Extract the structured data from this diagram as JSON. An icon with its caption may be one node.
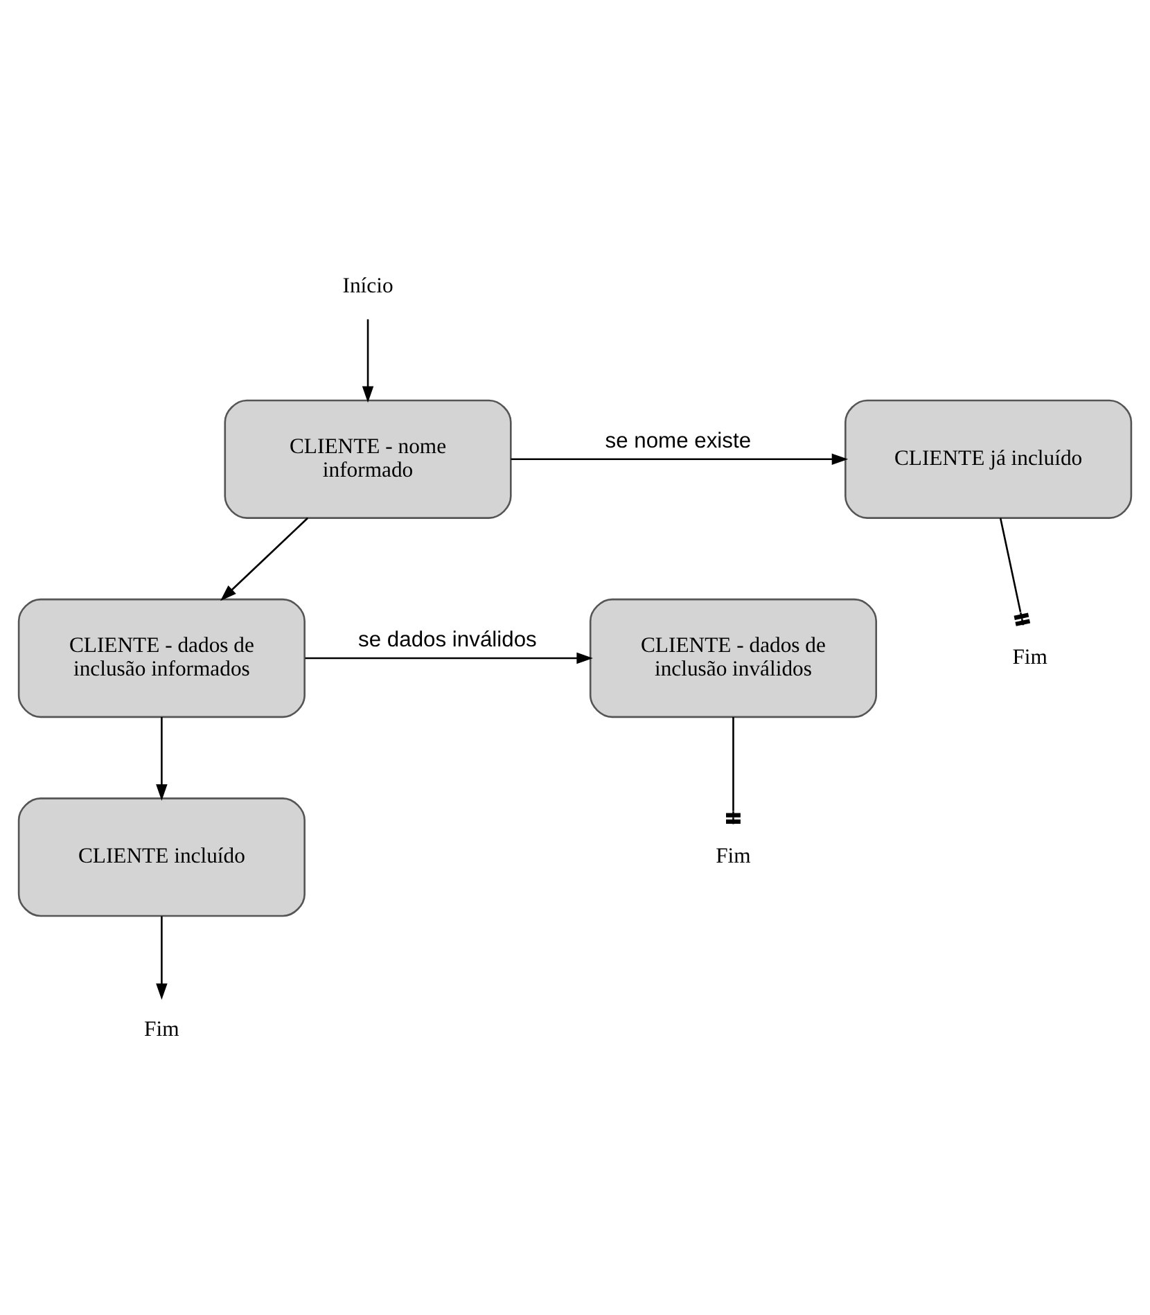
{
  "diagram": {
    "nodes": [
      {
        "text": [
          "Início"
        ]
      },
      {
        "text": [
          "CLIENTE - nome informado"
        ]
      },
      {
        "text": [
          "CLIENTE já incluído"
        ]
      },
      {
        "text": [
          "Fim"
        ]
      },
      {
        "text": [
          "CLIENTE - dados de inclusão informados"
        ]
      },
      {
        "text": [
          "CLIENTE - dados de inclusão inválidos"
        ]
      },
      {
        "text": [
          "Fim"
        ]
      },
      {
        "text": [
          "CLIENTE incluído"
        ]
      },
      {
        "text": [
          "Fim"
        ]
      }
    ],
    "edges": [
      {
        "from": 0,
        "to": 1,
        "arrow": "to"
      },
      {
        "from": 1,
        "to": 2,
        "arrow": "to",
        "label": "se nome existe"
      },
      {
        "from": 2,
        "to": 3,
        "arrow": "other"
      },
      {
        "from": 1,
        "to": 4,
        "arrow": "to"
      },
      {
        "from": 4,
        "to": 5,
        "arrow": "to",
        "label": "se dados inválidos"
      },
      {
        "from": 5,
        "to": 6,
        "arrow": "other"
      },
      {
        "from": 4,
        "to": 7,
        "arrow": "to"
      },
      {
        "from": 7,
        "to": 8,
        "arrow": "to"
      }
    ]
  }
}
